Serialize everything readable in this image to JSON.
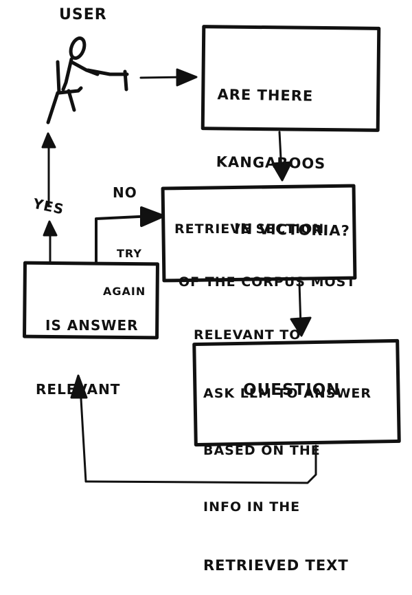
{
  "user_label": "USER",
  "question_box": {
    "lines": [
      "ARE THERE",
      "KANGAROOS",
      "IN VICTORIA?"
    ]
  },
  "retrieve_box": {
    "lines": [
      "RETRIEVE SECTION",
      "OF THE CORPUS MOST",
      "RELEVANT TO",
      "QUESTION"
    ]
  },
  "ask_box": {
    "lines": [
      "ASK LLM TO ANSWER",
      "BASED ON THE",
      "INFO IN THE",
      "RETRIEVED TEXT"
    ]
  },
  "relevant_box": {
    "lines": [
      "IS ANSWER",
      "RELEVANT"
    ]
  },
  "no_label": "NO",
  "try_again_label": {
    "lines": [
      "TRY",
      "AGAIN"
    ]
  },
  "yes_label": "YES",
  "colors": {
    "ink": "#111111",
    "background": "#ffffff"
  },
  "icons": [
    "stick-figure-icon",
    "arrow-icon"
  ]
}
